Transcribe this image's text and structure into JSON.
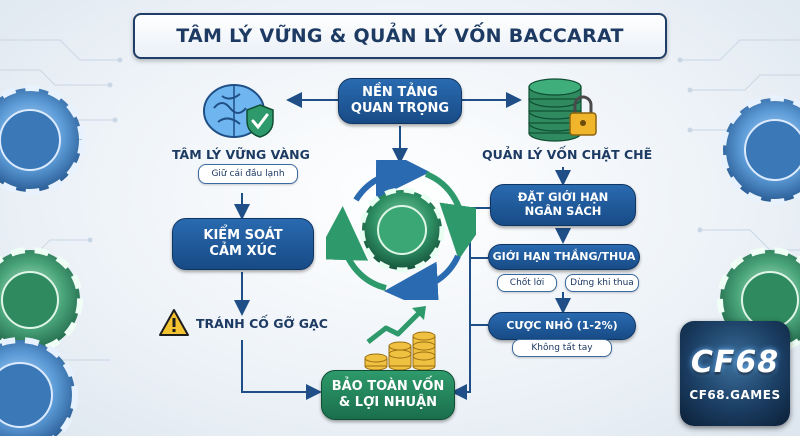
{
  "title": "TÂM LÝ VỮNG & QUẢN LÝ VỐN BACCARAT",
  "center_top": {
    "line1": "NỀN TẢNG",
    "line2": "QUAN TRỌNG"
  },
  "left_branch": {
    "heading": "TÂM LÝ VỮNG VÀNG",
    "note": "Giữ cái đầu lạnh",
    "control": {
      "line1": "KIỂM SOÁT",
      "line2": "CẢM XÚC"
    },
    "warning": "TRÁNH CỐ GỠ GẠC"
  },
  "right_branch": {
    "heading": "QUẢN LÝ VỐN CHẶT CHẼ",
    "budget": {
      "line1": "ĐẶT GIỚI HẠN",
      "line2": "NGÂN SÁCH"
    },
    "limit": "GIỚI HẠN THẮNG/THUA",
    "take_profit": "Chốt lời",
    "stop_loss": "Dừng khi thua",
    "small_bet": "CƯỢC NHỎ (1-2%)",
    "no_all_in": "Không tất tay"
  },
  "center_bottom": {
    "line1": "BẢO TOÀN VỐN",
    "line2": "& LỢI NHUẬN"
  },
  "logo": {
    "main": "CF68",
    "sub": "CF68.GAMES"
  },
  "colors": {
    "navy": "#1d3a63",
    "blue": "#1f5a9a",
    "green": "#1f7f56",
    "warning": "#f2c230"
  },
  "icons": [
    "brain-icon",
    "shield-check-icon",
    "chip-stack-lock-icon",
    "warning-icon",
    "growth-coins-icon",
    "cycle-arrows-icon",
    "poker-chip-icon"
  ]
}
